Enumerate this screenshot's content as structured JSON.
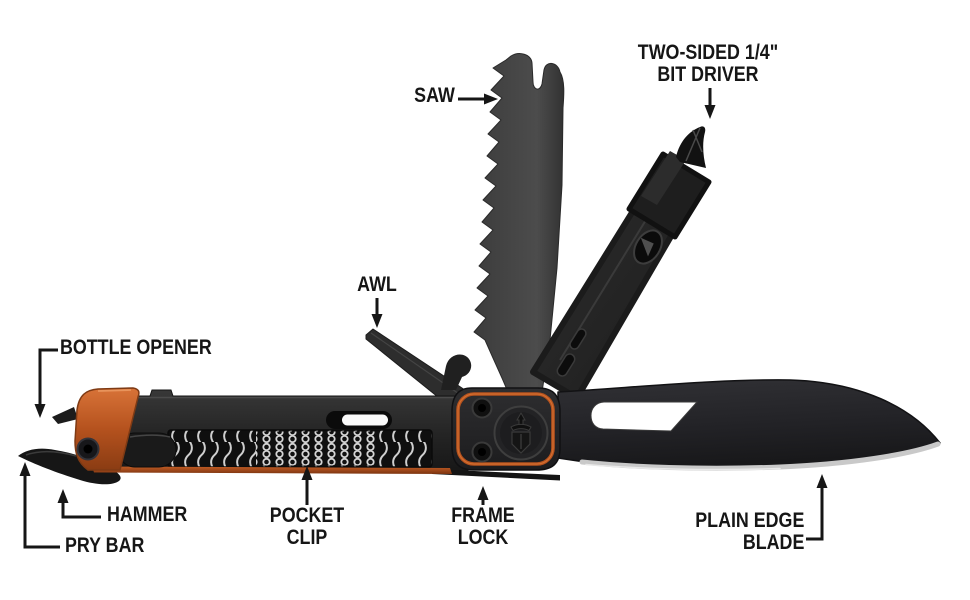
{
  "callouts": {
    "saw": {
      "label": "SAW"
    },
    "bit_driver": {
      "line1": "TWO-SIDED 1/4\"",
      "line2": "BIT DRIVER"
    },
    "awl": {
      "label": "AWL"
    },
    "bottle_opener": {
      "label": "BOTTLE OPENER"
    },
    "hammer": {
      "label": "HAMMER"
    },
    "pry_bar": {
      "label": "PRY BAR"
    },
    "pocket_clip": {
      "line1": "POCKET",
      "line2": "CLIP"
    },
    "frame_lock": {
      "line1": "FRAME",
      "line2": "LOCK"
    },
    "plain_edge_blade": {
      "line1": "PLAIN EDGE",
      "line2": "BLADE"
    }
  },
  "icons": {
    "pivot_button_logo": "gerber-shield-emblem"
  },
  "colors": {
    "background": "#ffffff",
    "label_text": "#161616",
    "tool_body_dark": "#262626",
    "accent_orange": "#b5521e",
    "blade_edge_silver": "#c9c9c9",
    "grip_texture_light": "#d4d4d4"
  }
}
